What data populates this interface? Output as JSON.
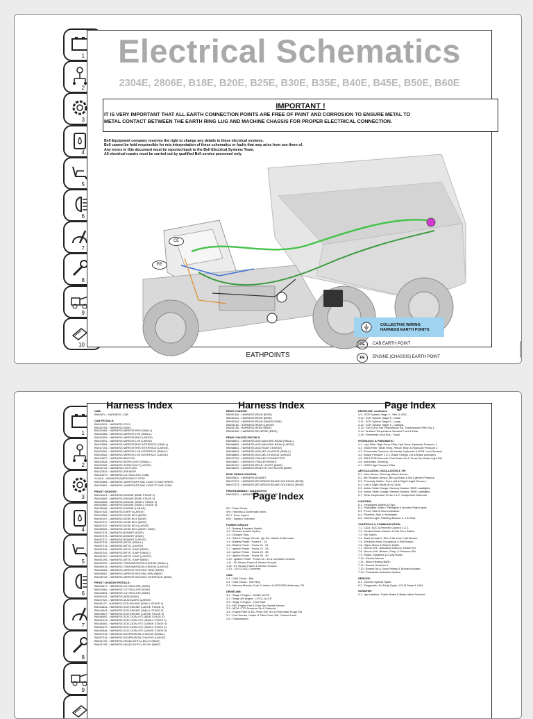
{
  "tab_numbers": [
    "1",
    "2",
    "3",
    "4",
    "5",
    "6",
    "7",
    "8",
    "9",
    "10"
  ],
  "tab_icons": [
    "battery-icon",
    "network-icon",
    "gear-icon",
    "fuel-icon",
    "seat-icon",
    "headlight-icon",
    "gauge-icon",
    "wrench-icon",
    "truck-icon",
    "manual-icon"
  ],
  "page1": {
    "title": "Electrical Schematics",
    "models": "2304E, 2806E, B18E, B20E, B25E, B30E, B35E, B40E, B45E, B50E, B60E",
    "important_title": "IMPORTANT !",
    "important_line1": "IT IS VERY IMPORTANT THAT ALL EARTH CONNECTION POINTS ARE FREE OF PAINT AND CORROSION TO ENSURE METAL TO",
    "important_line2": "METAL CONTACT BETWEEN THE EARTH RING LUG AND MACHINE CHASSIS FOR PROPER ELECTRICAL CONNECTION.",
    "disclaimer": [
      "Bell Equipment company reserves the right to change any details in these electrical systems.",
      "Bell cannot be held responsible for mis-interpretation of these schematics or faults that may arise from use there of.",
      "Any errors in this document must be reported back to the Bell Electrical Systems Team.",
      "All electrical repairs must be carried out by qualified Bell service personnel only."
    ],
    "labels": {
      "ce": "CE",
      "ee": "EE"
    },
    "legend_collective_1": "COLLECTIVE WIRING",
    "legend_collective_2": "HARNESS EARTH POINTS",
    "legend_ce_mark": "CE",
    "legend_ce": "CAB EARTH POINT",
    "legend_ee_mark": "EE",
    "legend_ee": "ENGINE (CHASSIS) EARTH POINT",
    "info": "i",
    "caption": "EATHPOINTS"
  },
  "page2": {
    "col1_title": "Harness Index",
    "col2_title": "Harness Index",
    "col3_title": "Page Index",
    "page_index_title": "Page Index",
    "col1": [
      {
        "h": "CAB:",
        "lines": [
          "BN64974 - HARNESS, CAB"
        ]
      },
      {
        "h": "CAB PIGTAILS:",
        "lines": [
          "BN042421 - HARNESS,CPC4",
          "BN042753 - HARNESS,ADM3",
          "BN032465 - HARNESS,MIRROR,RHS (SMALL)",
          "BN032466 - HARNESS,MIRROR,LHS (SMALL)",
          "BN034303 - HARNESS,MIRROR,RHS (LARGE)",
          "BN034301 - HARNESS,MIRROR,LHS (LARGE)",
          "BN013556 - HARNESS,MIRROR,RHS INTERFACE (SMALL)",
          "BN017105 - HARNESS,MIRROR,RHS INTERFACE (LARGE)",
          "BN032061 - HARNESS,MIRROR,LHS INTERFACE (SMALL)",
          "BN033062 - HARNESS,MIRROR,LHS INTERFACE (LARGE)",
          "BN013527 - HARNESS,BEACON",
          "BN013528 - HARNESS,WORKLIGHT (SMALL)",
          "BN032063 - HARNESS,WORKLIGHT (LARGE)",
          "BN032705 - HARNESS,LIGHT,LED",
          "BN013529 - HARNESS,SPEAKER",
          "BN013079 - HARNESS,CUT/ISOLATE (CAB)",
          "214416 - HARNESS,EMERGENCY STOP",
          "BN020684 - HARNESS,JUMPSTART,SAE J1283 TO BATTERIES",
          "BN023987 - HARNESS,JUMPSTART,SAE J1283 TO SAE J1283"
        ]
      },
      {
        "h": "FRONT CHASSIS:",
        "lines": [
          "BN042421 - HARNESS,ENGINE (B30E STAGE 2)",
          "BN044683 - HARNESS,ENGINE (B30E STAGE 5)",
          "BN042656 - HARNESS,ENGINE (SMALL STAGE 2)",
          "BN042662 - HARNESS,ENGINE (SMALL STAGE 5)",
          "BN035066 - HARNESS,ENGINE (LARGE)",
          "BN047426 - HARNESS,EARTH (LARGE)",
          "BN043389 - HARNESS,NOSE BOX (B20E)",
          "BN051407 - HARNESS,NOSE BOX (B25E)",
          "BN057317 - HARNESS,NOSE BOX (B30E)",
          "BN057437 - HARNESS,NOSE BOX (LARGE)",
          "BN058305 - HARNESS,NOSE BOX (B50E / B60E)",
          "BN057374 - HARNESS,BONNET (B20E)",
          "BN057373 - HARNESS,BONNET (B30E)",
          "BN057372 - HARNESS,BONNET (LARGE)",
          "BN057316 - HARNESS,ARTIC (SMALL)",
          "BN057313 - HARNESS,ARTIC (LARGE)",
          "BN051345 - HARNESS,ARTIC JUMP (B20E)",
          "BN051342 - HARNESS,ARTIC JUMP (SMALL)",
          "BN051287 - HARNESS,ARTIC JUMP (LARGE)",
          "BN051295 - HARNESS,ARTIC JUMP (B60E)",
          "BN050257 - HARNESS,TRANSMISSION,CHASSIS (SMALL)",
          "BN050915 - HARNESS,TRANSMISSION,CHASSIS (LARGE)",
          "BN046066 - HARNESS,MIRROR HEATING TANK (B60E)",
          "BN046067 - HARNESS,MIRROR HEATING ARM (B60E)",
          "BN046735 - HARNESS,MIRROR HEATING INTERFACE (B60E)"
        ]
      },
      {
        "h": "FRONT CHASSIS PIGTAILS:",
        "lines": [
          "BN029677 - HARNESS,CUT/ISOLATE (B20E)",
          "BN013080 - HARNESS,CUT/ISOLATE (B25E)",
          "BN023694 - HARNESS,CUT/ISOLATE (B30E)",
          "BN051025 - HARNESS,WDB (B30E)",
          "BN047020 - HARNESS,MUDGUARD (LARGE)",
          "BN051127 - HARNESS,SCR,ENGINE (SMALL STAGE 4)",
          "BN034616 - HARNESS,SCR,ENGINE (LARGE STAGE 4)",
          "BN044343 - HARNESS,SCR,ENGINE (SMALL STAGE 5)",
          "BN049627 - HARNESS,SCR,ENGINE (LARGE STAGE 5)",
          "BN048450 - HARNESS,SCR,CATALYST (B25E STAGE 4)",
          "BN031314 - HARNESS,SCR,CATALYST (SMALL STAGE 4)",
          "BN036362 - HARNESS,SCR,CATALYST (LARGE STAGE 4)",
          "BN051670 - HARNESS,SCR,CATALYST (SMALL STAGE 5)",
          "BN049548 - HARNESS,SCR,CATALYST (LARGE STAGE 5)",
          "BN057315 - HARNESS,SUSPENSION,CHASSIS (SMALL)",
          "BN057314 - HARNESS,SUSPENSION,CHASSIS (LARGE)",
          "BN041792 - HARNESS,HEADLIGHTS,LED,LH (B60E)",
          "BN041793 - HARNESS,HEADLIGHTS,LED,RH (B60E)"
        ]
      }
    ],
    "col2": [
      {
        "h": "REAR CHASSIS:",
        "lines": [
          "BN051346 - HARNESS,REAR (B20E)",
          "BN051341 - HARNESS,REAR (B25E)",
          "BN051340 - HARNESS,REAR (2806E/2304E)",
          "BN051162 - HARNESS,REAR (LARGE)",
          "BN051160 - HARNESS,REAR (B60E)",
          "BN051506 - HARNESS,REVERSE (B30E)"
        ]
      },
      {
        "h": "REAR CHASSIS PIGTAILS:",
        "lines": [
          "BN068841 - HARNESS,ASG,WALKING BEAM (SMALL)",
          "BN068862 - HARNESS,ASG,WALKING BEAM (LARGE)",
          "BN068842 - HARNESS,ASG,REAR CHASSIS",
          "BN068843 - HARNESS,ASG,MID CHASSIS (SMALL)",
          "BN068863 - HARNESS,ASG,MID CHASSIS (LARGE)",
          "BN023756 - HARNESS,TRAILER CONNECTOR",
          "BN028467 - HARNESS,TRAILER BRAKE",
          "BN051200 - HARNESS,REAR LIGHTS (B60E)",
          "BN058290 - HARNESS,REMOTE FILTRATION (B60E)"
        ]
      },
      {
        "h": "B20E HOMOLOGATION:",
        "lines": [
          "BN055522 - HARNESS,BONNET",
          "BN027372 - HARNESS,RETARDER BRAKE SOLENOID (B25E)",
          "BN027373 - HARNESS,RETARDER BRAKE SOLENOID (B20E)"
        ]
      },
      {
        "h": "PROGRAMMING / DIAGNOSTIC:",
        "lines": [
          "BN032341 - HARNESS,DIAGNOSTIC,DBD"
        ]
      }
    ],
    "page_index": [
      {
        "h": "",
        "lines": [
          "0EI : Earth Points.",
          "0HI : Harness & Schematic Index.",
          "0FLI : Fuse Layout.",
          "0SV : System Overview."
        ]
      },
      {
        "h": "POWER CIRCUIT:",
        "lines": [
          "1-1 : Battery & Isolator Switch.",
          "1-2 : Remote Isolator Option.",
          "1-3 : Delayed Shut.",
          "1-4 : Start & Charge Circuit - Ign Sol, Starter & Alternator.",
          "1-5 : Battery Power : Fuses 8 - 14.",
          "1-6 : Battery Power : Fuses 15 - 21.",
          "1-7 : Ignition Power : Fuses 22 - 28.",
          "1-8 : Ignition Power : Fuses 29 - 35.",
          "1-9 : Ignition Power : Fuses 36 - 40.",
          "1-10 : Ignition Power : Fuses 43 - 49 & Controller Ground.",
          "1-11 : 5V Sensor Power & Sensor Ground.",
          "1-12 : 5V Sensor Power & Sensor Ground.",
          "1-13 : 12V DC/DC Converter."
        ]
      },
      {
        "h": "CAN:",
        "lines": [
          "2-1 : CAN Circuit - Bell.",
          "2-2 : CAN Circuit - 3rd Party.",
          "2-3 : Memory Module, Fuse 3, Iridium & GPS/GSM Antennas, R3."
        ]
      },
      {
        "h": "DRIVELINE:",
        "lines": [
          "3-1 : Stage 2 Engine - ADM3, ACCP.",
          "3-2 : Stage 4/5 Engine - CPC4, ACCP.",
          "3-3 : Stage 2 Engine - Cold Start.",
          "3-4 : MR, Engine Fan & Drop Box Speed Sensor.",
          "3-5 : MCM, CTO Pressure Sw & Solenoid.",
          "3-6 : Engine Filter & IDL Press SW, IDL & Pneumatic Purge Sol.",
          "3-7 : Fuel Sender, Heater & Filter Press SW, Coolant Level.",
          "3-8 : Transmission."
        ]
      }
    ],
    "col3": [
      {
        "h": "DRIVELINE: continued",
        "lines": [
          "3-9 : SCR System Stage 4 - SML & LRG.",
          "3-10 : SCR System Stage 5 - Small.",
          "3-11 : SCR System Stage 5 - Large.",
          "3-12 : SCR System Stage 5 - Catalyst.",
          "3-13 : Fan Cut & Fan Proportional Sol, Transmission Filter Sw 1.",
          "3-14 : Ambient Temperature Sensors Front & Rear.",
          "3-15 : Reversible Drop Box - Small."
        ]
      },
      {
        "h": "HYDRAULIC & PNEUMATIC:",
        "lines": [
          "4-1 : Hyd Filter, High Press Filter, Hyd Temp, Hydraulic Pressure 1.",
          "4-2 : WDB Filter, WDB Temp, Return Temp & Hydraulic Pressure 2.",
          "4-3 : Pneumatic Pressure, Air Heater, Hydraulic & WDB Level Sensors.",
          "4-4 : Brake Pressure 1 & 2, Brake Charge Cut & Brake Activation.",
          "4-5 : EB & EVB Solenoid, Park Brake Sol & Press Sw, Brake Light SW.",
          "4-6 : Automatic Greasing.",
          "4-7 : WDB High Pressure Filter."
        ]
      },
      {
        "h": "ARTICULATION, OSCILLATION & TIP:",
        "lines": [
          "5-1 : Artic Sensor, Steering Wheel Sensor.",
          "5-2 : Bin Position Sensor, Bin Up/Down & Bin Cylinder Pressure.",
          "5-3 : Proximity Switch, Front Left & Right Height Sensors.",
          "5-4 : Left & Right Struts Up & Down.",
          "5-5 : Active Strain Gauge, Memory Module, DBW Loadlights.",
          "5-6 : Active Strain Gauge, Memory Module, DBW Loadlights.",
          "5-7 : Rear Suspension Press 1 & 2, Suspension Solenoid."
        ]
      },
      {
        "h": "LIGHTING:",
        "lines": [
          "6-1 : Headlights Brights & Dips.",
          "6-2 : Parklights, Brake / Parklights & Number Plate Lights.",
          "6-3 : Front, Side & Rear Indicators.",
          "6-4 : Reverse, Artic & Worklights.",
          "6-5 : Interior Light, Flashing Beacon 1, 2 & Rear."
        ]
      },
      {
        "h": "CONTROLS & COMMUNICATION:",
        "lines": [
          "7-1 : CDU, SDC & Reverse Camera 1 & 2.",
          "7-2 : Sealed Switch Module & Cab Door Switch.",
          "7-3 : Kill Switch.",
          "7-4 : Back Up Alarm, Elec & Air Horn, Cab Buzzer.",
          "7-5 : Electrical Seat, Occupancy & Belt Switch.",
          "7-6 : Wiper Motor & Washer Bottle.",
          "7-7 : Aircon Unit : Actuators & Aircon, Clutch Sol.",
          "7-8 : Aircon Unit : Blower, Temp, & Pressure SW.",
          "7-9 : Radio, Speakers & 2 way Radio.",
          "7-10 : Electric Mirrors.",
          "7-11 : Mirror Heating B60E.",
          "7-12 : Bonnet Switches 1.",
          "7-13 : Bonnet Up & Down Relays & Bonnet Actuator.",
          "7-14 : Pedestrian Detection System."
        ]
      },
      {
        "h": "SERVICE:",
        "lines": [
          "8-1 : Genetic Special Spare.",
          "8-2 : Diagnostic, 3rd Party Spare, CCU3 Serial & CAN."
        ]
      },
      {
        "h": "SCRAPER:",
        "lines": [
          "9-1 : Ign Interface, Trailer Brake & Brake Valve Solenoid."
        ]
      }
    ]
  }
}
